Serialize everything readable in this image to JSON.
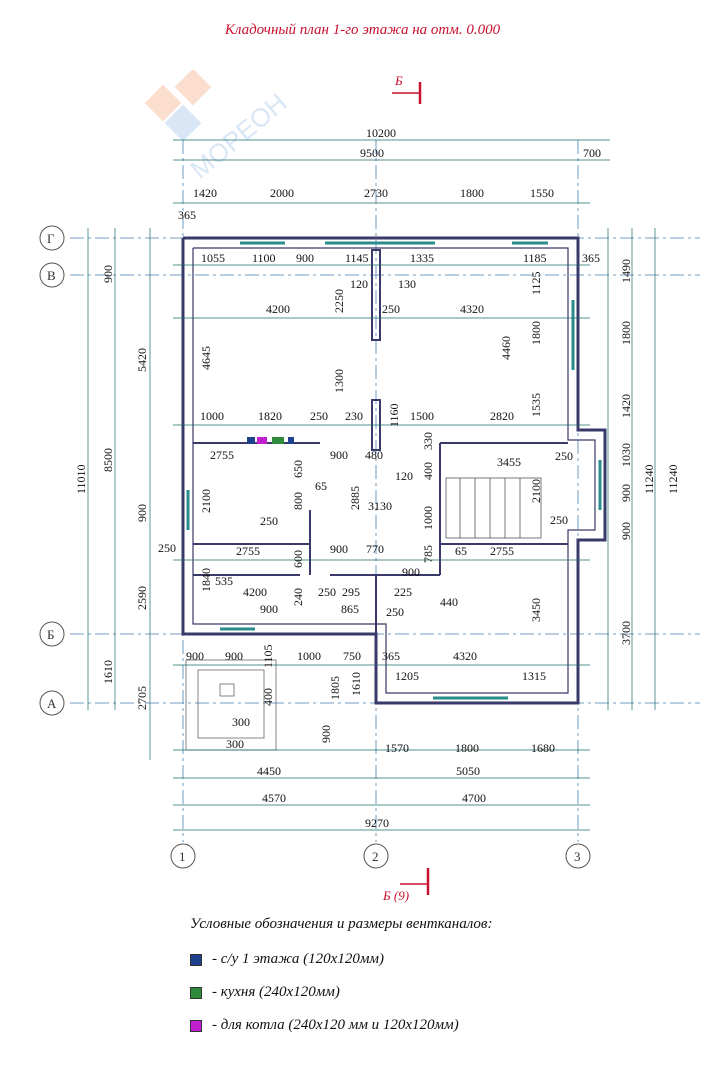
{
  "title": "Кладочный план 1-го этажа на отм. 0.000",
  "watermark": "МОРЕОН",
  "section_marks": {
    "top": "Б",
    "bottom": "Б (9)"
  },
  "axes": {
    "rows": [
      "Г",
      "В",
      "Б",
      "А"
    ],
    "cols": [
      "1",
      "2",
      "3"
    ]
  },
  "dims": {
    "top_total": "10200",
    "top_main": "9500",
    "top_right": "700",
    "top_chain": [
      "1420",
      "2000",
      "2730",
      "1800",
      "1550"
    ],
    "top_365": "365",
    "row2": [
      "1055",
      "1100",
      "900",
      "1145",
      "1335",
      "1185",
      "365"
    ],
    "r120": "120",
    "r130": "130",
    "r2250": "2250",
    "r250a": "250",
    "room_4200": "4200",
    "room_4320": "4320",
    "v4645": "4645",
    "v4460": "4460",
    "v1300": "1300",
    "v1125": "1125",
    "v1800a": "1800",
    "v1535": "1535",
    "row_mid": [
      "1000",
      "1820",
      "250",
      "230",
      "1160",
      "1500",
      "2820"
    ],
    "k2755": "2755",
    "k650": "650",
    "k900": "900",
    "k480": "480",
    "k330": "330",
    "k120": "120",
    "k400": "400",
    "k3455": "3455",
    "k250": "250",
    "k2100": "2100",
    "k2100b": "2100",
    "k800": "800",
    "k65": "65",
    "k2885": "2885",
    "k3130": "3130",
    "k250b": "250",
    "k1000": "1000",
    "k250c": "250",
    "k900b": "900",
    "b250": "250",
    "b2755": "2755",
    "b600": "600",
    "b900": "900",
    "b770": "770",
    "b785": "785",
    "b65": "65",
    "b2755b": "2755",
    "b1840": "1840",
    "b535": "535",
    "b4200": "4200",
    "b240": "240",
    "b250d": "250",
    "b295": "295",
    "b225": "225",
    "b900c": "900",
    "b440": "440",
    "b900d": "900",
    "b865": "865",
    "b250e": "250",
    "b3450": "3450",
    "s900a": "900",
    "s900b": "900",
    "s1105": "1105",
    "s1000": "1000",
    "s750": "750",
    "s365": "365",
    "s4320": "4320",
    "s400": "400",
    "s1805": "1805",
    "s1610": "1610",
    "s1205": "1205",
    "s1315": "1315",
    "s300a": "300",
    "s300b": "300",
    "s900": "900",
    "bot_row": [
      "1570",
      "1800",
      "1680"
    ],
    "bot_4450": "4450",
    "bot_5050": "5050",
    "bot_4570": "4570",
    "bot_4700": "4700",
    "bot_total": "9270",
    "left_900": "900",
    "left_5420": "5420",
    "left_8500": "8500",
    "left_11010": "11010",
    "left_900b": "900",
    "left_2590": "2590",
    "left_1610": "1610",
    "left_2705": "2705",
    "right_1490": "1490",
    "right_1800": "1800",
    "right_1420": "1420",
    "right_1030": "1030",
    "right_900": "900",
    "right_900b": "900",
    "right_3700": "3700",
    "right_11240a": "11240",
    "right_11240b": "11240"
  },
  "legend": {
    "heading": "Условные обозначения и размеры вентканалов:",
    "items": [
      {
        "label": "- с/у 1 этажа (120х120мм)",
        "color": "#1f3f8f"
      },
      {
        "label": "- кухня (240х120мм)",
        "color": "#2e8b3c"
      },
      {
        "label": "- для котла (240х120 мм и 120х120мм)",
        "color": "#c21fd0"
      }
    ]
  },
  "colors": {
    "title": "#c8102e",
    "wall": "#3a3a6a",
    "dimline": "#1a6b6b",
    "axis": "#4a7fb0"
  }
}
